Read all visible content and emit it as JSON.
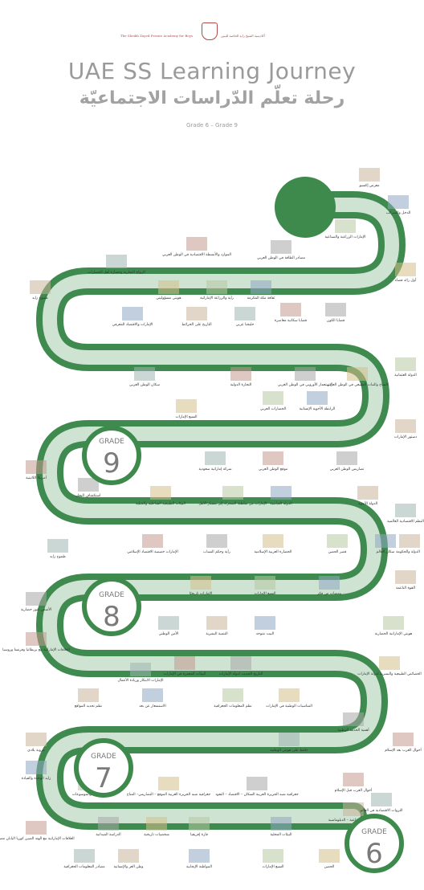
{
  "header": {
    "school_en": "The Sheikh Zayed Private Academy for Boys",
    "school_ar": "أكاديمية الشيخ زايد الخاصة للبنين",
    "title_en": "UAE SS Learning Journey",
    "title_ar": "رحلة تعلّم الدّراسات الاجتماعيّة",
    "grade_range": "Grade 6 – Grade 9"
  },
  "colors": {
    "path_dark": "#3f8a4f",
    "path_light": "#cfe3d3",
    "circle": "#3d8a4c"
  },
  "grades": [
    {
      "label": "GRADE",
      "number": "9"
    },
    {
      "label": "GRADE",
      "number": "8"
    },
    {
      "label": "GRADE",
      "number": "7"
    },
    {
      "label": "GRADE",
      "number": "6"
    }
  ],
  "topics": [
    "معرض إكسبو",
    "الدخل والضرائب",
    "الإمارات الزراعية والصناعية",
    "أول رائد فضاء",
    "مصادر الطاقة في الوطن العربي",
    "الموارد والأنشطة الاقتصادية في الوطن العربي",
    "الرواج التجارية وحضارة أهل الحضارات",
    "طموح زايد",
    "ثقافة مكة المكرمة",
    "رأية والزراعة الإماراتية",
    "هويتي مسؤوليتي",
    "قضايا الكون",
    "قضايا سكانية معاصرة",
    "خليجنا عربي",
    "التاريخ على الخرائط",
    "الإمارات والاقتصاد المعرفي",
    "الدولة العثمانية",
    "المناخ والنبات الطبيعي في الوطن العربي",
    "الاستعمار الأوروبي في الوطن العربي",
    "التجارة الدولية",
    "سكان الوطن العربي",
    "دستور الإمارات",
    "الرابطة الأخوية الإنسانية",
    "الحضارات العربي",
    "السبع الإمارات",
    "تضاريس الوطن العربي",
    "موقع الوطن العربي",
    "شركة إماراتية سعودية",
    "الدولة الأموية",
    "الدولة العباسية",
    "الإمارات من سلطنة الصحراء إلى مسبار الأمل",
    "البيئات الطبيعية الساحلية والجبلية",
    "استكشاف البحار",
    "أمريكا اللاتينية",
    "النظم الاقتصادية العالمية",
    "الدولة والحكومة",
    "سكان العالم",
    "قصر الحصن",
    "الحضارة العربية الإسلامية",
    "رأية وحكم الشباب",
    "الإمارات خصصة الاقتصاد الإسلامي",
    "طموح زايد",
    "القوة الناعمة",
    "ومضات من فكر",
    "السبع الإمارات",
    "الإمارات تاريخيًا",
    "الأسس كنوز حضارية",
    "العلاقات الإماراتية مع بريطانيا وفرنسا وروسيا",
    "الأمن الوطني",
    "التنمية البشرية",
    "البيت متوحد",
    "هويتي الإماراتية الحضارية",
    "الخصائص الطبيعية والبشرية لدولة الإمارات",
    "التاريخ الحديث لدولة الإمارات",
    "البيئات المعمرة في الإمارات",
    "الإمارات الابتكار وريادة الأعمال",
    "نظم تحديد المواقع",
    "الاستشعار عن بعد",
    "نظم المعلومات الجغرافية",
    "المناسبات الوطنية في الإمارات",
    "أهمية الخدمة الوطنية",
    "أحوال العرب بعد الإسلام",
    "حافظ على هويتي الوطنية",
    "مرونة بلادي",
    "زايد الوحدة والقيادة",
    "الأطلس والموسوعات",
    "جغرافية شبه الجزيرة العربية الموقع – التضاريس– المناخ",
    "جغرافية شبه الجزيرة العربية السكان – الاقتصاد – النقود",
    "أحوال العرب قبل الإسلام",
    "الثروات الاقتصادية في العالم",
    "الزراعية – الصناعية – الدبلوماسية",
    "البيئات المحلية",
    "قارة إفريقيا",
    "شخصيات تاريخية",
    "الدراسة الميدانية",
    "العلاقات الإماراتية مع الهند الصين كوريا اليابان مصر",
    "مصادر المعلومات الجغرافية",
    "وطن العز والإنسانية",
    "المواطنة الإيجابية",
    "السبع الإمارات",
    "الحصن"
  ]
}
